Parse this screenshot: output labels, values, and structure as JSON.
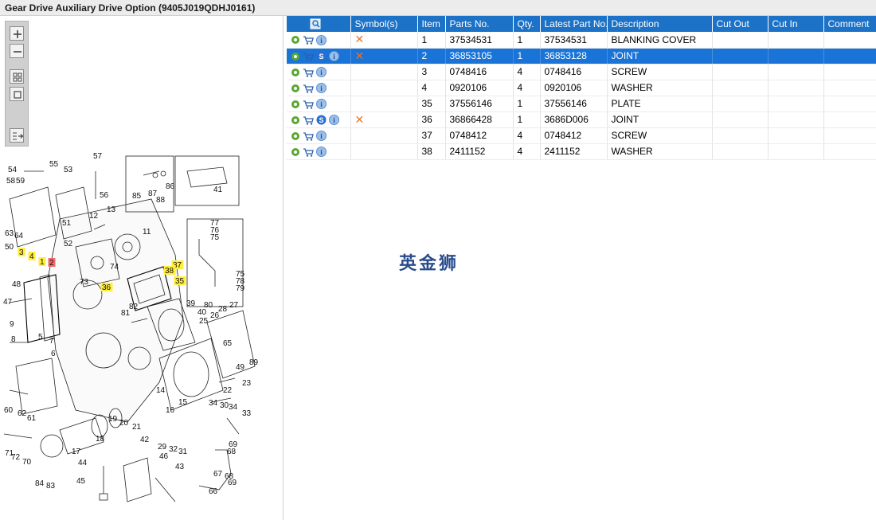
{
  "window": {
    "title": "Gear Drive Auxiliary Drive Option (9405J019QDHJ0161)"
  },
  "zoom_toolbar": {
    "buttons": [
      {
        "name": "zoom-in",
        "icon": "plus-icon"
      },
      {
        "name": "zoom-out",
        "icon": "minus-icon"
      },
      {
        "name": "fit-all",
        "icon": "grid-icon"
      },
      {
        "name": "actual-size",
        "icon": "square-icon"
      },
      {
        "name": "export-list",
        "icon": "list-export-icon"
      }
    ]
  },
  "diagram": {
    "callouts": [
      "54",
      "55",
      "53",
      "57",
      "58",
      "59",
      "56",
      "85",
      "87",
      "86",
      "88",
      "41",
      "63",
      "64",
      "12",
      "13",
      "11",
      "52",
      "51",
      "50",
      "3",
      "4",
      "1",
      "2",
      "73",
      "74",
      "37",
      "38",
      "35",
      "36",
      "77",
      "76",
      "75",
      "75",
      "78",
      "79",
      "48",
      "47",
      "39",
      "80",
      "27",
      "82",
      "81",
      "40",
      "28",
      "26",
      "25",
      "9",
      "8",
      "65",
      "7",
      "5",
      "6",
      "89",
      "49",
      "22",
      "23",
      "60",
      "62",
      "61",
      "16",
      "15",
      "14",
      "34",
      "30",
      "33",
      "34",
      "21",
      "20",
      "19",
      "18",
      "17",
      "71",
      "72",
      "70",
      "42",
      "29",
      "32",
      "31",
      "46",
      "69",
      "68",
      "67",
      "68",
      "69",
      "66",
      "44",
      "45",
      "43",
      "84",
      "83"
    ],
    "highlighted_yellow": [
      "3",
      "4",
      "1",
      "37",
      "38",
      "35",
      "36"
    ],
    "highlighted_red": [
      "2"
    ]
  },
  "parts_table": {
    "columns": [
      "",
      "Symbol(s)",
      "Item",
      "Parts No.",
      "Qty.",
      "Latest Part No.",
      "Description",
      "Cut Out",
      "Cut In",
      "Comment"
    ],
    "rows": [
      {
        "item": "1",
        "parts_no": "37534531",
        "qty": "1",
        "latest": "37534531",
        "desc": "BLANKING COVER",
        "cut_out": "",
        "cut_in": "",
        "comment": "",
        "s_badge": false,
        "symbol_x": true,
        "selected": false
      },
      {
        "item": "2",
        "parts_no": "36853105",
        "qty": "1",
        "latest": "36853128",
        "desc": "JOINT",
        "cut_out": "",
        "cut_in": "",
        "comment": "",
        "s_badge": true,
        "symbol_x": true,
        "selected": true
      },
      {
        "item": "3",
        "parts_no": "0748416",
        "qty": "4",
        "latest": "0748416",
        "desc": "SCREW",
        "cut_out": "",
        "cut_in": "",
        "comment": "",
        "s_badge": false,
        "symbol_x": false,
        "selected": false
      },
      {
        "item": "4",
        "parts_no": "0920106",
        "qty": "4",
        "latest": "0920106",
        "desc": "WASHER",
        "cut_out": "",
        "cut_in": "",
        "comment": "",
        "s_badge": false,
        "symbol_x": false,
        "selected": false
      },
      {
        "item": "35",
        "parts_no": "37556146",
        "qty": "1",
        "latest": "37556146",
        "desc": "PLATE",
        "cut_out": "",
        "cut_in": "",
        "comment": "",
        "s_badge": false,
        "symbol_x": false,
        "selected": false
      },
      {
        "item": "36",
        "parts_no": "36866428",
        "qty": "1",
        "latest": "3686D006",
        "desc": "JOINT",
        "cut_out": "",
        "cut_in": "",
        "comment": "",
        "s_badge": true,
        "symbol_x": true,
        "selected": false
      },
      {
        "item": "37",
        "parts_no": "0748412",
        "qty": "4",
        "latest": "0748412",
        "desc": "SCREW",
        "cut_out": "",
        "cut_in": "",
        "comment": "",
        "s_badge": false,
        "symbol_x": false,
        "selected": false
      },
      {
        "item": "38",
        "parts_no": "2411152",
        "qty": "4",
        "latest": "2411152",
        "desc": "WASHER",
        "cut_out": "",
        "cut_in": "",
        "comment": "",
        "s_badge": false,
        "symbol_x": false,
        "selected": false
      }
    ]
  },
  "watermark": {
    "text": "英金狮"
  },
  "colors": {
    "header_blue": "#1c72c7",
    "selected_blue": "#1a73d6",
    "symbol_orange": "#e8742a",
    "gear_green": "#5aa832"
  }
}
